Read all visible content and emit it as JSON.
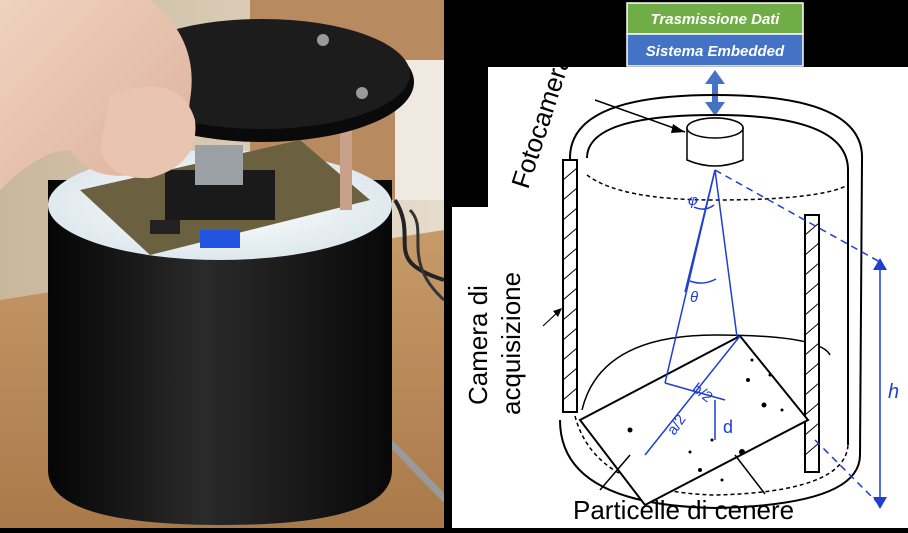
{
  "header": {
    "box1": "Trasmissione Dati",
    "box2": "Sistema Embedded",
    "box1_color": "#70ad47",
    "box2_color": "#4472c4"
  },
  "labels": {
    "camera_device": "Fotocamera",
    "chamber": "Camera di acquisizione",
    "chamber_line1": "Camera di",
    "chamber_line2": "acquisizione",
    "particles": "Particelle di cenere",
    "phi": "φ",
    "theta": "θ",
    "b_half": "b/2",
    "a_half": "a/2",
    "d": "d",
    "h": "h"
  },
  "colors": {
    "arrow_blue": "#4472c4",
    "line_blue": "#1f3fd0",
    "photo_cylinder": "#111111",
    "background": "#000000"
  },
  "icons": {
    "arrow": "double-vertical-arrow-icon"
  }
}
